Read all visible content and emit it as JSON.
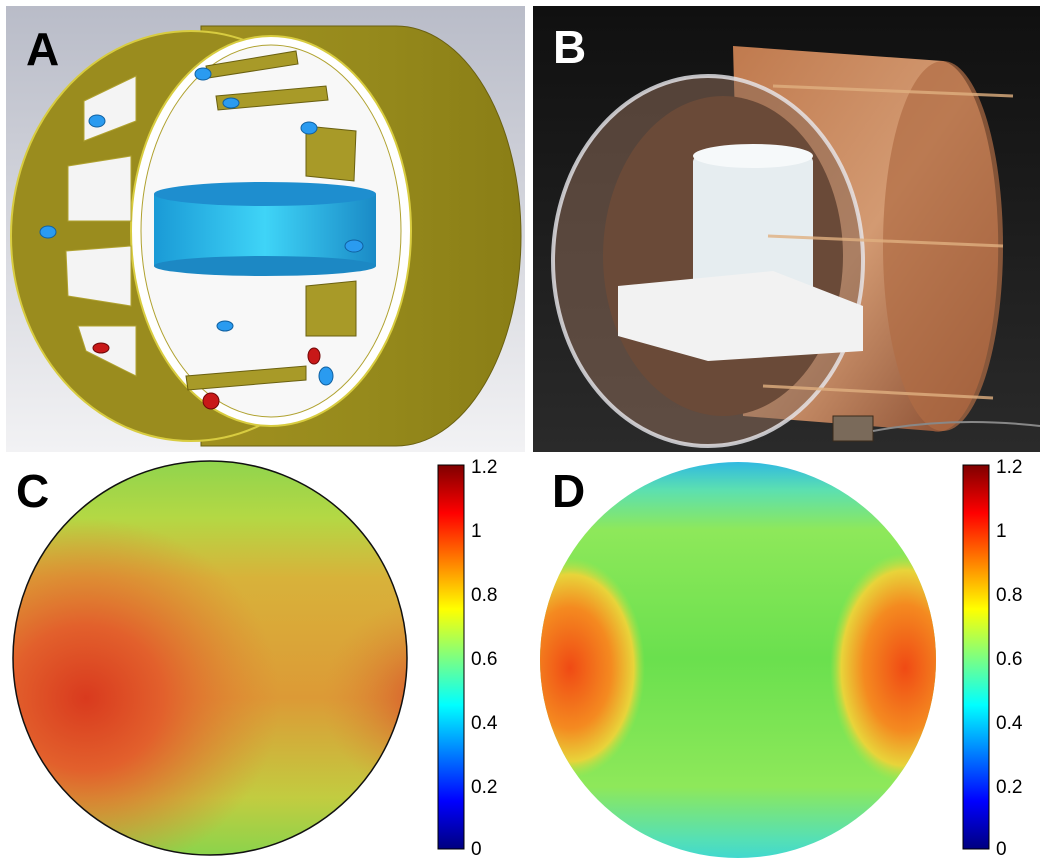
{
  "figure": {
    "panels": {
      "a": {
        "letter": "A"
      },
      "b": {
        "letter": "B"
      },
      "c": {
        "letter": "C"
      },
      "d": {
        "letter": "D"
      }
    },
    "colorbar": {
      "ticks": [
        "1.2",
        "1",
        "0.8",
        "0.6",
        "0.4",
        "0.2",
        "0"
      ],
      "colormap": [
        "#00007f",
        "#0000ff",
        "#007fff",
        "#00ffff",
        "#7fff7f",
        "#ffff00",
        "#ff7f00",
        "#ff0000",
        "#7f0000"
      ]
    }
  }
}
